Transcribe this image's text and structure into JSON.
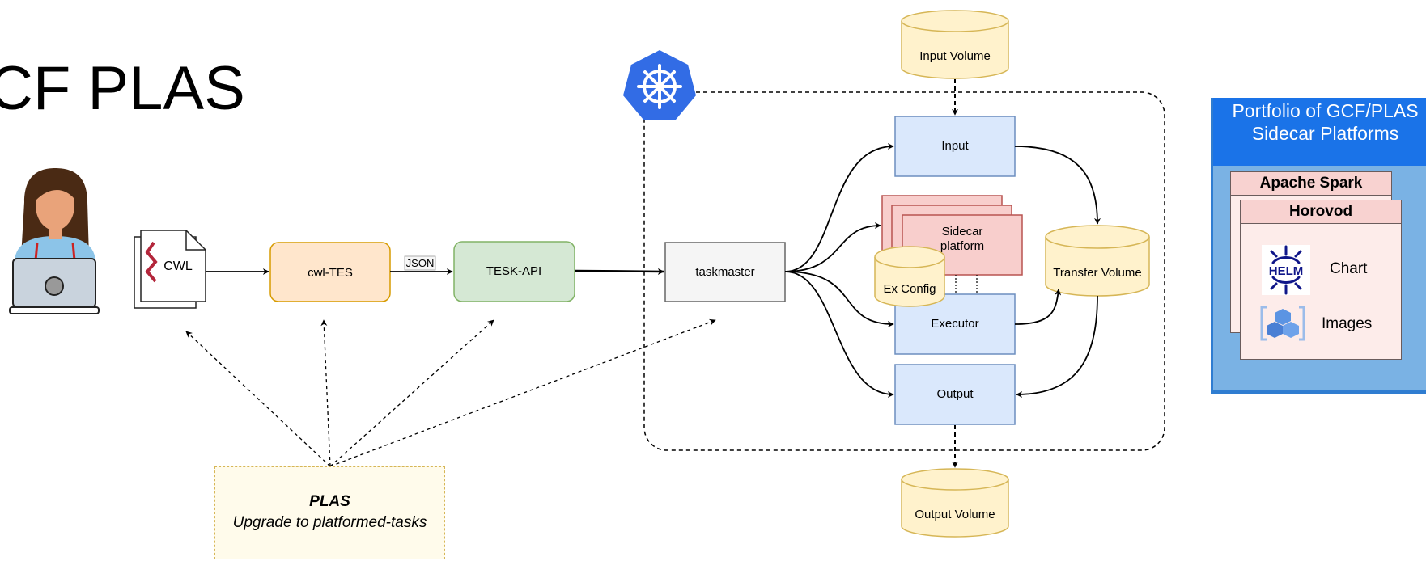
{
  "slide_title": "CF PLAS",
  "nodes": {
    "cwl": "CWL",
    "cwl_tes": "cwl-TES",
    "json_label": "JSON",
    "tesk_api": "TESK-API",
    "taskmaster": "taskmaster",
    "input": "Input",
    "executor": "Executor",
    "output": "Output",
    "sidecar_line1": "Sidecar",
    "sidecar_line2": "platform",
    "ex_config": "Ex Config",
    "transfer_volume": "Transfer Volume",
    "input_volume": "Input Volume",
    "output_volume": "Output Volume"
  },
  "plas_note": {
    "title": "PLAS",
    "subtitle": "Upgrade to platformed-tasks"
  },
  "portfolio": {
    "title_line1": "Portfolio of GCF/PLAS",
    "title_line2": "Sidecar Platforms",
    "card_back": "Apache Spark",
    "card_front": "Horovod",
    "helm_logo_text": "HELM",
    "item_chart": "Chart",
    "item_images": "Images"
  },
  "colors": {
    "portfolio_header": "#1a73e8",
    "portfolio_body": "#7ab2e4",
    "k8s_blue": "#326ce5",
    "cwl_tes_fill": "#ffe6cc",
    "tesk_fill": "#d5e8d4",
    "task_fill": "#dae8fc",
    "sidecar_fill": "#f8cecc",
    "volume_fill": "#fff2cc"
  },
  "icons": [
    "person-at-laptop-icon",
    "document-stack-icon",
    "cwl-logo-icon",
    "kubernetes-helm-wheel-icon",
    "helm-logo-icon",
    "container-images-icon"
  ]
}
